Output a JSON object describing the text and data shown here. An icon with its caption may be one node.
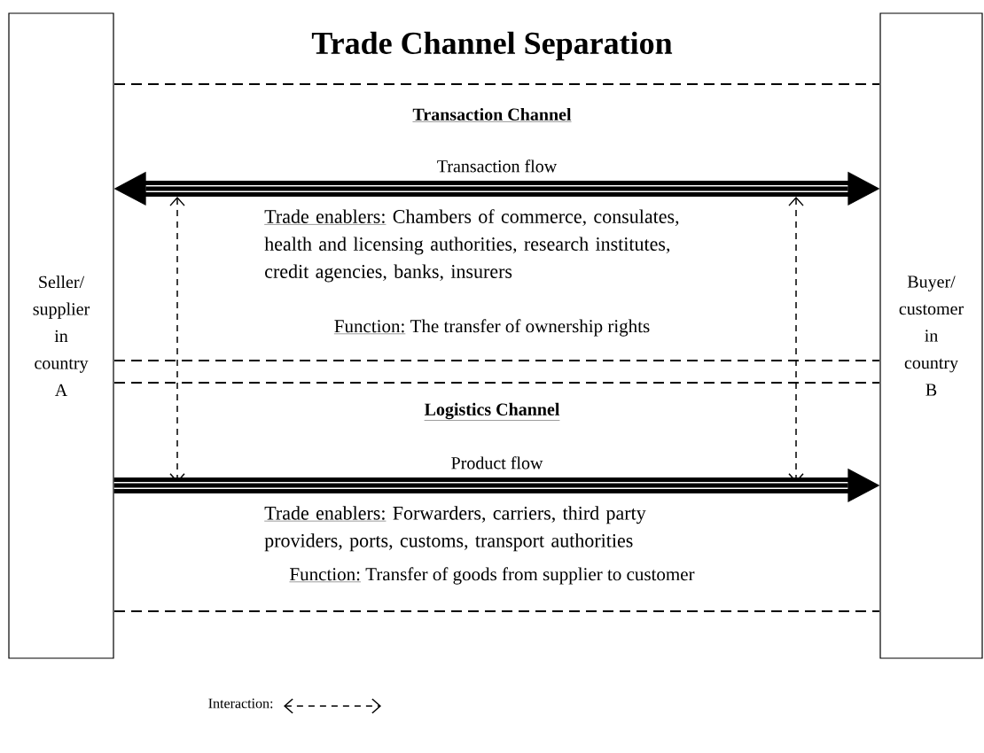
{
  "diagram": {
    "title": "Trade Channel Separation",
    "nodes": [
      {
        "text": [
          "Seller/ supplier in country A"
        ]
      },
      {
        "text": [
          "Buyer/ customer in country B"
        ]
      }
    ],
    "edges": [
      {
        "from": 0,
        "to": 1,
        "arrow": "both",
        "label": "Transaction flow"
      },
      {
        "from": 0,
        "to": 1,
        "arrow": "to",
        "label": "Product flow"
      }
    ],
    "labels": [
      "Transaction Channel",
      "Trade enablers:",
      "Chambers of commerce, consulates, health and licensing authorities, research institutes, credit agencies, banks, insurers",
      "Function:",
      "The transfer of ownership rights",
      "Logistics Channel",
      "Trade enablers:",
      "Forwarders, carriers, third party providers, ports, customs, transport authorities",
      "Function:",
      "Transfer of goods from supplier to customer"
    ],
    "legend": [
      {
        "text": "Interaction:"
      }
    ]
  }
}
